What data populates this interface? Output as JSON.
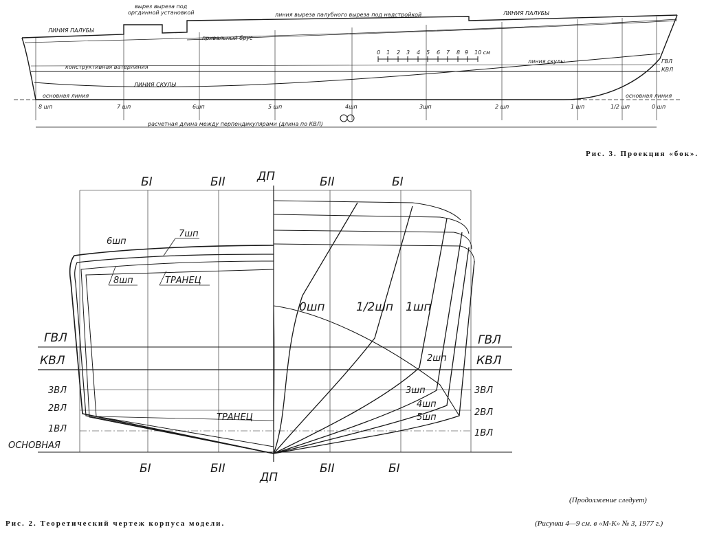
{
  "side_view": {
    "labels": {
      "deck_line_left": "ЛИНИЯ ПАЛУБЫ",
      "cutout_top": "вырез выреза под",
      "cutout_bottom": "оргдинной установкой",
      "cutout_line": "линия выреза палубного выреза под надстройкой",
      "deck_line_right": "ЛИНИЯ ПАЛУБЫ",
      "side_box": "привальный брус",
      "waterline": "конструктивная ватерлиния",
      "chine_left": "ЛИНИЯ СКУЛЫ",
      "chine_right": "линия скулы",
      "baseline_left": "основная линия",
      "baseline_right": "основная линия",
      "gvl": "ГВЛ",
      "kvl": "КВЛ",
      "length_note": "расчетная длина между перпендикулярами (длина по КВЛ)"
    },
    "stations": [
      "8 шп",
      "7 шп",
      "6шп",
      "5 шп",
      "4шп",
      "3шп",
      "2 шп",
      "1 шп",
      "1/2 шп",
      "0 шп"
    ],
    "scale_ticks": [
      "0",
      "1",
      "2",
      "3",
      "4",
      "5",
      "6",
      "7",
      "8",
      "9",
      "10 см"
    ],
    "caption": "Рис. 3. Проекция «бок»."
  },
  "body_plan": {
    "axis_top": {
      "b1_left": "БI",
      "b2_left": "БII",
      "dp": "ДП",
      "b2_right": "БII",
      "b1_right": "БI"
    },
    "axis_bottom": {
      "b1_left": "БI",
      "b2_left": "БII",
      "dp": "ДП",
      "b2_right": "БII",
      "b1_right": "БI"
    },
    "left_labels": [
      "ГВЛ",
      "КВЛ",
      "3ВЛ",
      "2ВЛ",
      "1ВЛ",
      "ОСНОВНАЯ"
    ],
    "right_labels": [
      "ГВЛ",
      "КВЛ",
      "3ВЛ",
      "2ВЛ",
      "1ВЛ"
    ],
    "stern_labels": {
      "s6": "6шп",
      "s7": "7шп",
      "s8": "8шп",
      "transom": "ТРАНЕЦ",
      "transom_low": "ТРАНЕЦ"
    },
    "bow_labels": {
      "s0": "0шп",
      "s05": "1/2шп",
      "s1": "1шп",
      "s2": "2шп",
      "s3": "3шп",
      "s4": "4шп",
      "s5": "5шп"
    }
  },
  "footer": {
    "continued": "(Продолжение следует)",
    "caption": "Рис. 2. Теоретический чертеж корпуса модели.",
    "ref": "(Рисунки 4—9 см. в «М-К» № 3, 1977 г.)"
  }
}
